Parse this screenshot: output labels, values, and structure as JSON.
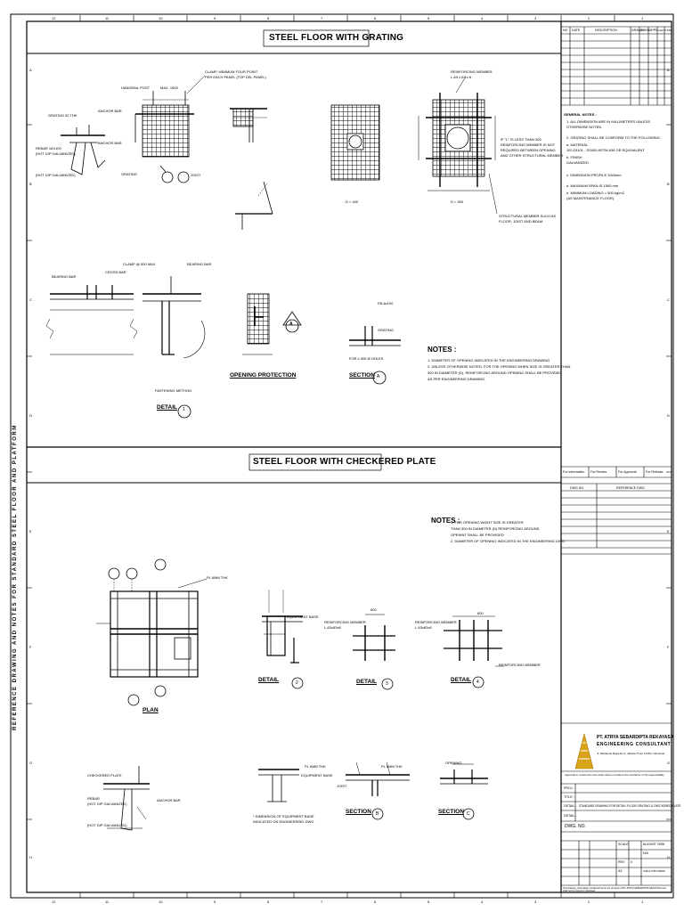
{
  "border_numbers_top": [
    "12",
    "11",
    "10",
    "9",
    "8",
    "7",
    "6",
    "5",
    "4",
    "3",
    "2",
    "1"
  ],
  "border_letters_side": [
    "A",
    "B",
    "C",
    "D",
    "E",
    "F",
    "G",
    "H"
  ],
  "grating": {
    "title": "STEEL FLOOR WITH GRATING",
    "labels": {
      "handrail_post": "HANDRAIL POST",
      "max_size": "MAX. 1500",
      "clamp_top": "CLAMP, MINIMUM FOUR POINT",
      "clamp_top2": "PER EACH PANEL (TOP DEL PANEL)",
      "grating_thk": "GRATING 32 THK",
      "rebar": "REBAR 16X100",
      "anchor": "ANCHOR BAR",
      "galv": "(HOT DIP GALVANIZED)",
      "grating": "GRATING",
      "joist": "JOIST",
      "reinforcing_member": "REINFORCING MEMBER",
      "reinf_size": "L-63 x 63 x 6",
      "dim_a": "D < 400",
      "dim_b": "D > 300",
      "if_note1": "IF \"L\" IS LESS THAN 300",
      "if_note2": "REINFORCING MEMBER IS NOT",
      "if_note3": "REQUIRED BETWEEN OPENING",
      "if_note4": "AND OTHER STRUCTURAL MEMBER",
      "struct_member1": "STRUCTURAL MEMBER SUCH AS",
      "struct_member2": "FLOOR, JOIST AND BEAM",
      "bearing_bar": "BEARING BAR",
      "cross_bar": "CROSS BAR",
      "clamp_max": "CLAMP @ 500 MAX",
      "bearing_bar2": "BEARING BAR",
      "fastening": "FASTENING METHOD",
      "detail": "DETAIL",
      "detail_num": "1",
      "opening_protection": "OPENING PROTECTION",
      "section": "SECTION",
      "section_id": "A",
      "fb": "FB-6x100",
      "grating2": "GRATING",
      "holes": "FOR ≥ 300 Ø HOLES"
    },
    "notes_title": "NOTES :",
    "notes": [
      "1. DIAMETER OF OPENING INDICATED IN    THE ENGINEERING DRAWING",
      "2. UNLESS OTHERWISE NOTED, FOR THE OPENING WHEN SIZE IS GREATER THAN",
      "   300 IN DIAMETER (D), REINFORCING AROUND OPENING SHALL BE PROVIDED",
      "   AS PER ENGINEERING DRAWING."
    ]
  },
  "checkered": {
    "title": "STEEL FLOOR WITH CHECKERED PLATE",
    "notes_title": "NOTES :",
    "notes": [
      "1. FOR OPENING WIDHT SIZE IS GREATER",
      "   THAN 300 IN DIAMETER (D) REINFORCING AROUND",
      "   OPENINT SHALL BE PROVIDED",
      "2. DIAMETER OF OPENING INDICATED IN THE ENGINEERING DWG"
    ],
    "labels": {
      "plan": "PLAN",
      "detail": "DETAIL",
      "detail2": "2",
      "detail3": "3",
      "detail4": "4",
      "equipment_base": "EQUIPMENT BASE",
      "reinforcing_member": "REINFORCING MEMBER",
      "reinf_size": "L-63x63x6",
      "checkered_plate": "CHECKERED PLATE",
      "rebar": "REBAR",
      "galv": "(HOT DIP GALVANIZED)",
      "anchor": "ANCHOR BAR",
      "section": "SECTION",
      "sec_b": "B",
      "sec_c": "C",
      "dim_note1": "* DIMENSION OF EQUIPMENT BASE",
      "dim_note2": "  INDICATED ON ENGINEERING DWG",
      "joist": "JOIST",
      "opening": "OPENING",
      "plate_thk": "PL 6MM THK",
      "d600": "600"
    }
  },
  "title_block": {
    "rev_header": [
      "NO",
      "DATE",
      "DESCRIPTION",
      "DRAWN",
      "CHKD",
      "APPD",
      "CHK'D PM"
    ],
    "general_notes_title": "GENERAL NOTES :",
    "general_notes": [
      "1. ALL DIMENSION ARE IN MILLIMETERS UNLESS",
      "   OTHERWISE NOTED.",
      "2. GRATING SHALL BE CONFORM TO THE FOLLOWING :",
      "   a. MATERIAL",
      "      JIS G3101 - SS400 ASTM A36 OR EQUIVALENT",
      "   b. FINISH",
      "      GALVANIZED",
      "   c. DIMENSION PROFILE 32x5mm",
      "   d. MAXIMUM SPAN IS 1500 mm",
      "   e. MINIMUM LOADING = 500 kg/m2",
      "      (AS MAINTENANCE FLOOR)."
    ],
    "status_row": [
      "For Information",
      "For Review",
      "For Approval",
      "For Release"
    ],
    "ref_header": [
      "DWG NO.",
      "REFERENCE DWG"
    ],
    "company_name": "PT. ATRYA SEBARDIPTA REKAYASA",
    "company_sub": "ENGINEERING CONSULTANT",
    "company_addr": "Jl. Matraman Raya No.3, Jakarta Timur 13150, Indonesia",
    "disclaimer": "Approval or review from the other does not relieve the contractor of his responsibility",
    "proj_labels": [
      "PROJ :",
      "TITLE :",
      "DETAIL :",
      "DETAIL :"
    ],
    "detail_text": "STANDARD DRAWING FOR DETAIL FLOOR GRATING & CHECKERED PLATE",
    "dwg_no_label": "DWG. NO.",
    "scale_label": "SCALE",
    "scale_value": "N/A",
    "rev_label": "REV",
    "rev_value": "0",
    "date_value": "AUGUST 2008",
    "size_value": "A3",
    "code_value": "X4E-0-STD-00005",
    "footer": "This drawing, information contained herein are property of PT. ATRYA SEBARDIPTA REKAYASA and shall not be copied or disclosed"
  },
  "side_text": "REFERENCE DRAWING AND NOTES FOR STANDARD STEEL FLOOR AND PLATFORM"
}
